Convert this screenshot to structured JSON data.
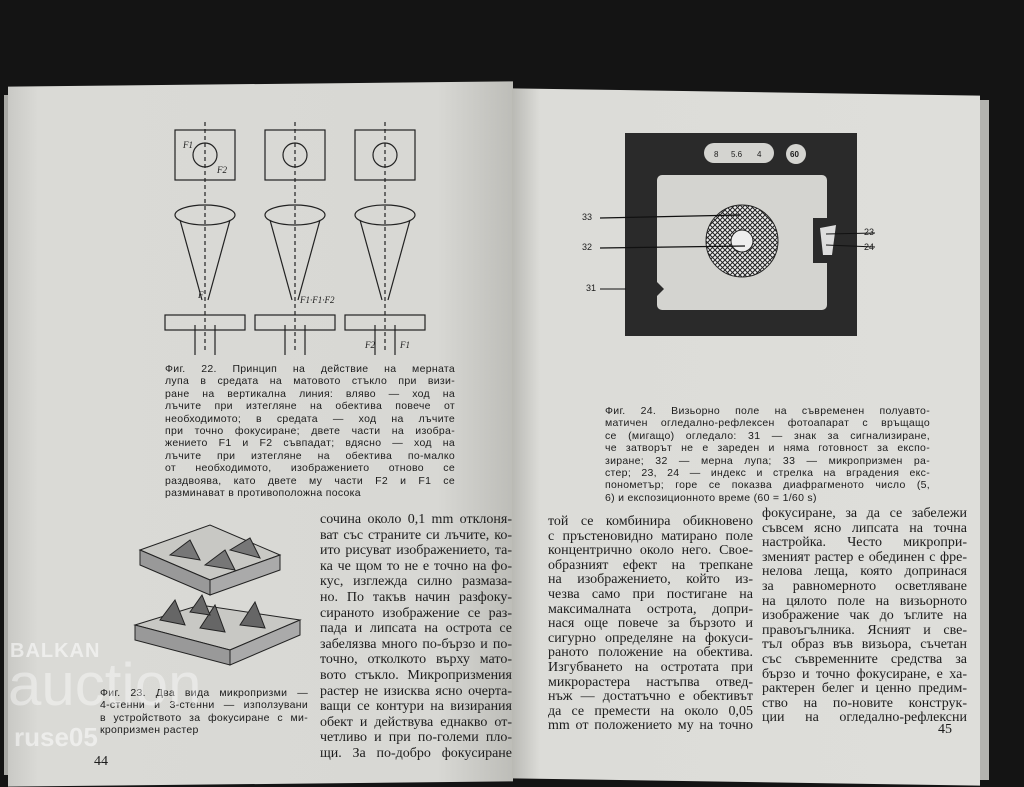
{
  "left_page": {
    "page_number": "44",
    "fig22_caption": [
      "Фиг. 22. Принцип на действие на мерната",
      "лупа в средата на матовото стъкло при визи-",
      "ране на вертикална линия: вляво — ход на",
      "лъчите при изтегляне на обектива повече от",
      "необходимото; в средата — ход на лъчите",
      "при точно фокусиране; двете части на изобра-",
      "жението F1 и F2 съвпадат; вдясно — ход на",
      "лъчите при изтегляне на обектива по-малко",
      "от необходимото, изображението отново се",
      "раздвоява, като двете му части F2 и F1 се",
      "разминават в противоположна посока"
    ],
    "fig22_labels": [
      "F1",
      "F2",
      "F",
      "F1·F1·F2",
      "F2",
      "F1"
    ],
    "body_text": [
      "сочина около 0,1 mm отклоня-",
      "ват със страните си лъчите, ко-",
      "ито рисуват изображението, та-",
      "ка че щом то не е точно на фо-",
      "кус, изглежда силно размаза-",
      "но. По такъв начин разфоку-",
      "сираното изображение се раз-",
      "пада и липсата на острота се",
      "забелязва много по-бързо и по-",
      "точно, отколкото върху мато-",
      "вото стъкло. Микропризмения",
      "растер не изисква ясно очерта-",
      "ващи се контури на визирания",
      "обект и действува еднакво от-",
      "четливо и при по-големи пло-",
      "щи. За по-добро фокусиране"
    ],
    "fig23_caption": [
      "Фиг. 23. Два вида микропризми —",
      "4-стенни и 3-стенни — използувани",
      "в устройството за фокусиране с ми-",
      "кропризмен растер"
    ]
  },
  "right_page": {
    "page_number": "45",
    "viewfinder": {
      "scale": [
        "8",
        "5.6",
        "4"
      ],
      "time": "60",
      "labels": [
        "33",
        "32",
        "31",
        "23",
        "24"
      ]
    },
    "fig24_caption": [
      "Фиг. 24. Визьорно поле на съвременен полуавто-",
      "матичен огледално-рефлексен фотоапарат с връщащо",
      "се (мигащо) огледало: 31 — знак за сигнализиране,",
      "че затворът не е зареден и няма готовност за експо-",
      "зиране; 32 — мерна лупа; 33 — микропризмен ра-",
      "стер; 23, 24 — индекс и стрелка на вградения екс-",
      "понометър; горе се показва диафрагменото число (5,",
      "6) и експозиционното време (60 = 1/60 s)"
    ],
    "col1": [
      "той се комбинира обикновено",
      "с пръстеновидно матирано поле",
      "концентрично около него. Свое-",
      "образният ефект на трепкане",
      "на изображението, който из-",
      "чезва само при постигане на",
      "максималната острота, допри-",
      "нася още повече за бързото и",
      "сигурно определяне на фокуси-",
      "раното положение на обектива.",
      "Изгубването на остротата при",
      "микрорастера настъпва отвед-",
      "нъж — достатъчно е обективът",
      "да се премести на около 0,05",
      "mm от положението му на точно"
    ],
    "col2": [
      "фокусиране, за да се забележи",
      "съвсем ясно липсата на точна",
      "настройка. Често микропри-",
      "зменият растер е обединен с фре-",
      "нелова леща, която допринася",
      "за равномерното осветляване",
      "на цялото поле на визьорното",
      "изображение чак до ъглите на",
      "правоъгълника. Ясният и све-",
      "тъл образ във визьора, съчетан",
      "със съвременните средства за",
      "бързо и точно фокусиране, е ха-",
      "рактерен белег и ценно предим-",
      "ство на по-новите конструк-",
      "ции на огледално-рефлексни"
    ]
  },
  "watermark": {
    "line1": "BALKAN",
    "line2": "auction",
    "line3": "ruse05"
  }
}
